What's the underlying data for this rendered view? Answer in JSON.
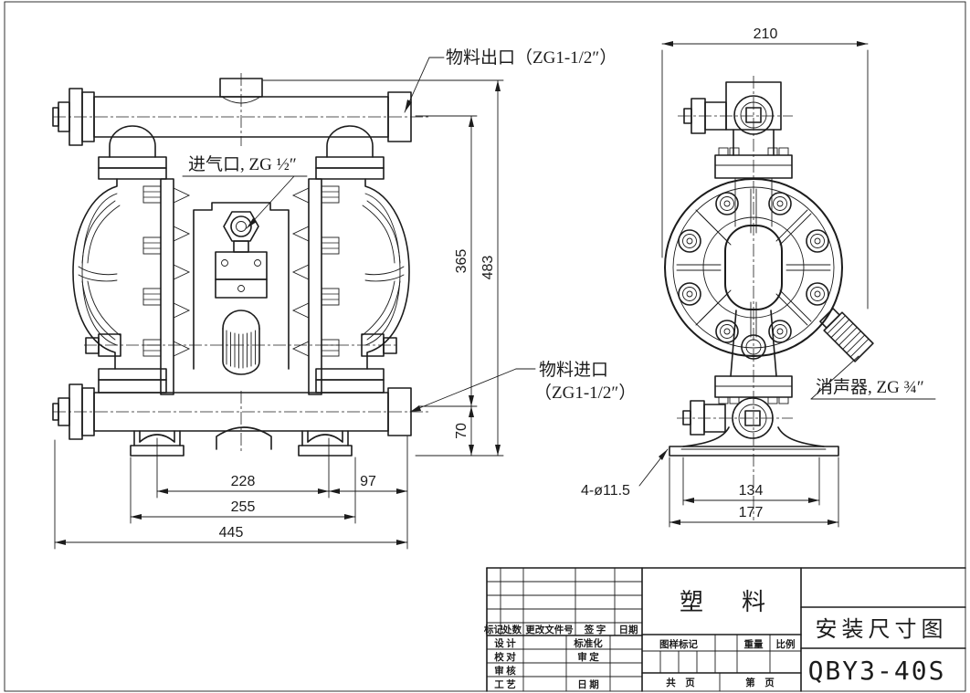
{
  "labels": {
    "outlet": "物料出口（ZG1-1/2″）",
    "air_inlet": "进气口, ZG ½″",
    "inlet_line1": "物料进口",
    "inlet_line2": "（ZG1-1/2″）",
    "muffler": "消声器, ZG ¾″",
    "bolt_holes": "4-ø11.5"
  },
  "dims": {
    "front": {
      "d228": "228",
      "d97": "97",
      "d255": "255",
      "d445": "445",
      "d365": "365",
      "d483": "483",
      "d70": "70"
    },
    "side": {
      "d210": "210",
      "d134": "134",
      "d177": "177"
    }
  },
  "title_block": {
    "material": "塑　料",
    "drawing_name": "安装尺寸图",
    "model": "QBY3-40S",
    "rev_header": {
      "mark": "标记",
      "qty": "处数",
      "change_doc": "更改文件号",
      "signature": "签 字",
      "date": "日期"
    },
    "roles": {
      "design": "设 计",
      "standardization": "标准化",
      "proofread": "校 对",
      "ratify": "审 定",
      "review": "审 核",
      "craft": "工 艺",
      "date": "日 期"
    },
    "stamp_label": "图样标记",
    "weight_label": "重量",
    "scale_label": "比例",
    "total_pages": "共　页",
    "page_num": "第　页"
  }
}
